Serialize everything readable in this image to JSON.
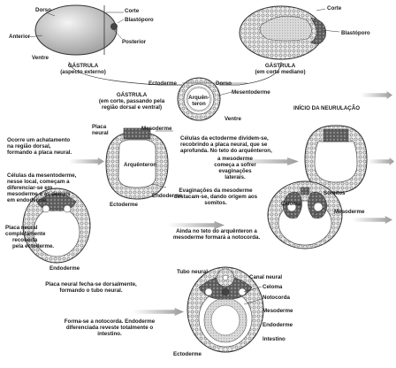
{
  "labels": {
    "dorso_1": "Dorso",
    "corte_1": "Corte",
    "blastoporo_1": "Blastóporo",
    "anterior": "Anterior",
    "posterior": "Posterior",
    "ventre_1": "Ventre",
    "gastrula_externo": "GÁSTRULA\n(aspecto externo)",
    "corte_2": "Corte",
    "blastoporo_2": "Blastóporo",
    "gastrula_mediano": "GÁSTRULA\n(em corte mediano)",
    "ectoderme_1": "Ectoderme",
    "dorso_2": "Dorso",
    "mesentoderme": "Mesentoderme",
    "arquenteron_1": "Arquên-\nteron",
    "ventre_2": "Ventre",
    "gastrula_corte": "GÁSTRULA\n(em corte, passando pela\nregião dorsal e ventral)",
    "inicio_neurulacao": "INÍCIO DA NEURULAÇÃO",
    "placa_neural": "Placa\nneural",
    "mesoderme_1": "Mesoderme",
    "arquenteron_2": "Arquênteron",
    "ectoderme_2": "Ectoderme",
    "endoderme_1": "Endoderme",
    "mesoderme_2": "Mesoderme",
    "celoma_1": "Celoma",
    "somitos": "Somitos",
    "placa_neural_completa": "Placa neural\ncompletamente",
    "recoberta": "recoberta\npela ectoderme.",
    "endoderme_2": "Endoderme",
    "tubo_neural": "Tubo neural",
    "canal_neural": "Canal neural",
    "celoma_2": "Celoma",
    "notocorda": "Notocorda",
    "mesoderme_3": "Mesoderme",
    "endoderme_3": "Endoderme",
    "intestino": "Intestino",
    "ectoderme_3": "Ectoderme"
  },
  "notes": {
    "achatamento": "Ocorre um achatamento\nna região dorsal,\nformando a placa neural.",
    "mesentoderme_cells": "Células da mesentoderme,\nnesse local, começam a\ndiferenciar-se em\nmesoderme e as demais\nem endoderme.",
    "ectoderme_cells": "Células da ectoderme dividem-se,\nrecobrindo a placa neural, que se\naprofunda. No teto do arquênteron,",
    "evaginacoes_laterais": "a mesoderme\ncomeça a sofrer evaginações\nlaterais.",
    "evaginacoes_destacam": "Evaginações da mesoderme\ndestacam-se, dando origem aos\nsomitos.",
    "teto_notocorda": "Ainda no teto do arquênteron a\nmesoderme formará a notocorda.",
    "placa_fecha": "Placa neural fecha-se dorsalmente,\nformando o tubo neural.",
    "notocorda_forma": "Forma-se a notocorda. Endoderme\ndiferenciada reveste totalmente o\nintestino."
  },
  "colors": {
    "ectoderm": "#e6e6e6",
    "mesoderm": "#6a6a6a",
    "endoderm": "#d2d2d2",
    "cavity": "#ffffff",
    "yolk_egg": "#d8d8d8",
    "arrow": "#9a9a9a"
  }
}
